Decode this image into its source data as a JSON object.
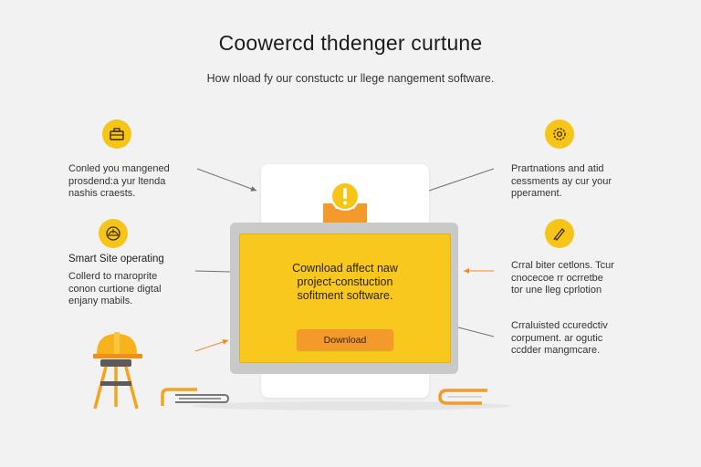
{
  "header": {
    "title": "Coowercd thdenger curtune",
    "subtitle": "How nload fy our constuctc ur llege nangement software."
  },
  "left_features": [
    {
      "icon": "toolbox-icon",
      "lines": [
        "Conled you mangened",
        "prosdend:a yur ltenda",
        "nashis craests."
      ]
    },
    {
      "icon": "hard-hat-icon",
      "heading": "Smart Site operating",
      "lines": [
        "Collerd to rnaroprite",
        "conon curtione digtal",
        "enjany mabils."
      ]
    }
  ],
  "right_features": [
    {
      "icon": "gear-icon",
      "lines": [
        "Prartnations and atid",
        "cessments ay cur your",
        "pperament."
      ]
    },
    {
      "icon": "pencil-ruler-icon",
      "lines": [
        "Crral biter cetlons. Tcur",
        "cnocecoe rr ocrretbe",
        "tor une lleg cprlotion"
      ]
    },
    {
      "lines": [
        "Crraluisted ccuredctiv",
        "corpument. ar ogutic",
        "ccdder mangmcare."
      ]
    }
  ],
  "main_card": {
    "lines": [
      "Cownload affect naw",
      "project-constuction",
      "sofitment software."
    ],
    "download_label": "Download"
  },
  "colors": {
    "background": "#f2f2f2",
    "accent_yellow": "#f6c518",
    "screen_yellow": "#f8c81f",
    "button_orange": "#f39a2a",
    "arrow_gray": "#707070",
    "arrow_orange": "#f08a1e"
  }
}
